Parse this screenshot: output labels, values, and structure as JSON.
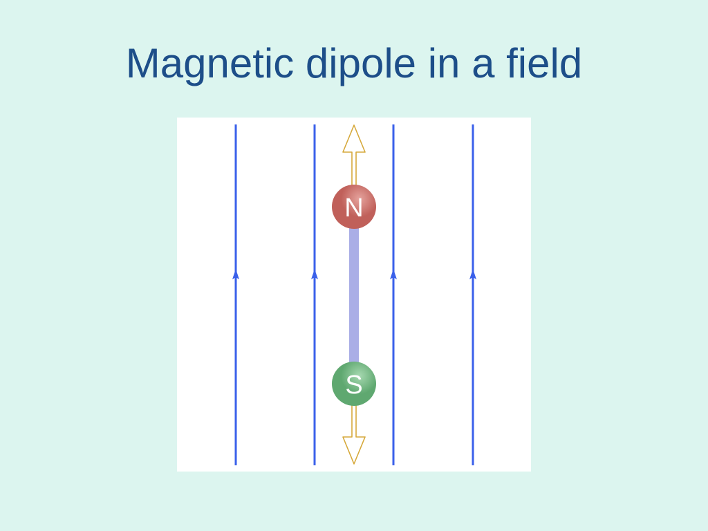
{
  "slide": {
    "title": "Magnetic dipole in a field",
    "background_color": "#dcf5ef",
    "title_color": "#1d4e89"
  },
  "diagram": {
    "panel_color": "#ffffff",
    "field_line_color": "#3a60ea",
    "field_line_count": 4,
    "field_direction": "up",
    "dipole": {
      "rod_color": "#aaaee6",
      "north": {
        "label": "N",
        "color": "#c0605a",
        "highlight": "#e5a39d"
      },
      "south": {
        "label": "S",
        "color": "#5fa870",
        "highlight": "#a6d8b0"
      },
      "force_arrow_color": "#d6a93c",
      "force_arrows": [
        "up",
        "down"
      ]
    }
  }
}
